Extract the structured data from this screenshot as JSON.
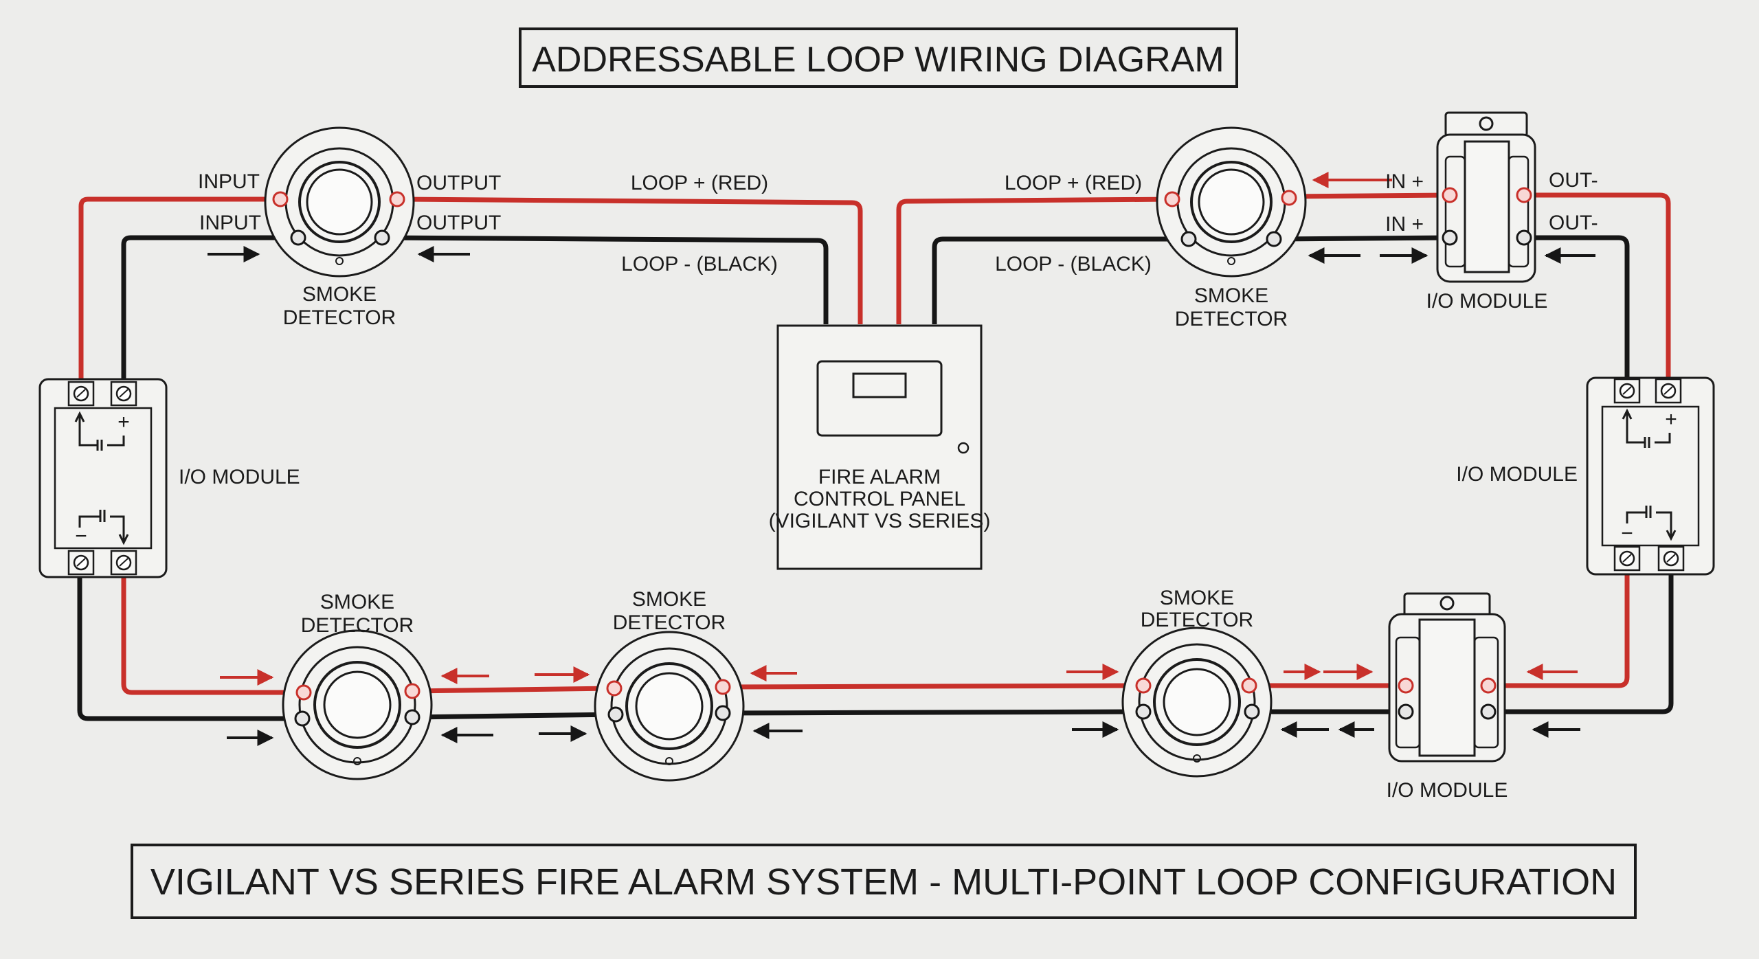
{
  "title": "ADDRESSABLE LOOP WIRING DIAGRAM",
  "subtitle": "VIGILANT VS SERIES FIRE ALARM SYSTEM - MULTI-POINT LOOP CONFIGURATION",
  "colors": {
    "loop_positive": "#c8302a",
    "loop_negative": "#161616",
    "background": "#ededeb"
  },
  "panel": {
    "line1": "FIRE ALARM",
    "line2": "CONTROL PANEL",
    "line3": "(VIGILANT VS SERIES)"
  },
  "loop_labels": {
    "left_red": "LOOP + (RED)",
    "left_black": "LOOP - (BLACK)",
    "right_red": "LOOP + (RED)",
    "right_black": "LOOP - (BLACK)"
  },
  "top_left_detector": {
    "input_top": "INPUT",
    "input_bottom": "INPUT",
    "output_top": "OUTPUT",
    "output_bottom": "OUTPUT",
    "line1": "SMOKE",
    "line2": "DETECTOR"
  },
  "top_right_detector": {
    "line1": "SMOKE",
    "line2": "DETECTOR"
  },
  "top_right_module": {
    "in_top": "IN +",
    "in_bottom": "IN +",
    "out_top": "OUT-",
    "out_bottom": "OUT-",
    "label": "I/O MODULE"
  },
  "left_module": {
    "label": "I/O MODULE",
    "plus": "+",
    "minus": "−"
  },
  "right_module": {
    "label": "I/O MODULE",
    "plus": "+",
    "minus": "−"
  },
  "bottom_detector_1": {
    "line1": "SMOKE",
    "line2": "DETECTOR"
  },
  "bottom_detector_2": {
    "line1": "SMOKE",
    "line2": "DETECTOR"
  },
  "bottom_detector_3": {
    "line1": "SMOKE",
    "line2": "DETECTOR"
  },
  "bottom_module": {
    "label": "I/O MODULE"
  }
}
